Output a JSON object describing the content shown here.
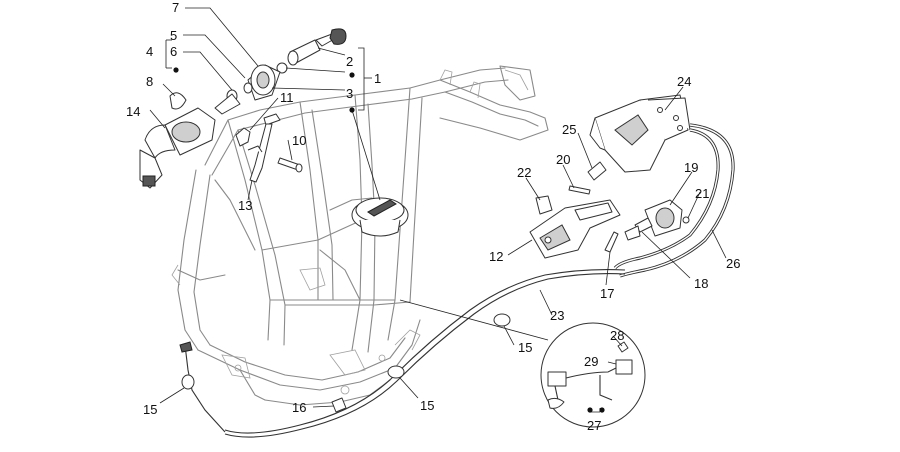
{
  "diagram": {
    "callouts": {
      "c1": "1",
      "c2": "2",
      "c3": "3",
      "c4": "4",
      "c5": "5",
      "c6": "6",
      "c7": "7",
      "c8": "8",
      "c10": "10",
      "c11": "11",
      "c12": "12",
      "c13": "13",
      "c14": "14",
      "c15a": "15",
      "c15b": "15",
      "c15c": "15",
      "c16": "16",
      "c17": "17",
      "c18": "18",
      "c19": "19",
      "c20": "20",
      "c21": "21",
      "c22": "22",
      "c23": "23",
      "c24": "24",
      "c25": "25",
      "c26": "26",
      "c27": "27",
      "c28": "28",
      "c29": "29"
    }
  }
}
